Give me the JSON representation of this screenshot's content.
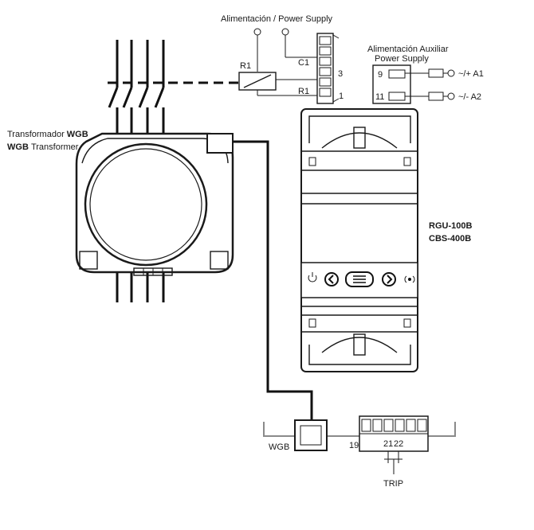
{
  "labels": {
    "power_supply": "Alimentación / Power Supply",
    "aux_supply_es": "Alimentación  Auxiliar",
    "aux_supply_en": "Power Supply",
    "r1_relay": "R1",
    "c1": "C1",
    "r1_terminal": "R1",
    "t3": "3",
    "t1": "1",
    "t9": "9",
    "t11": "11",
    "a1": "~/+ A1",
    "a2": "~/-  A2",
    "transformer_es_prefix": "Transformador ",
    "transformer_es_bold": "WGB",
    "transformer_en_bold": "WGB ",
    "transformer_en_suffix": "Transformer",
    "model_1": "RGU-100B",
    "model_2": "CBS-400B",
    "wgb": "WGB",
    "t19": "19",
    "t21": "21",
    "t22": "22",
    "trip": "TRIP"
  },
  "icons": {
    "power": "power-icon",
    "left": "chevron-left-icon",
    "menu": "menu-icon",
    "right": "chevron-right-icon",
    "test": "test-signal-icon"
  }
}
